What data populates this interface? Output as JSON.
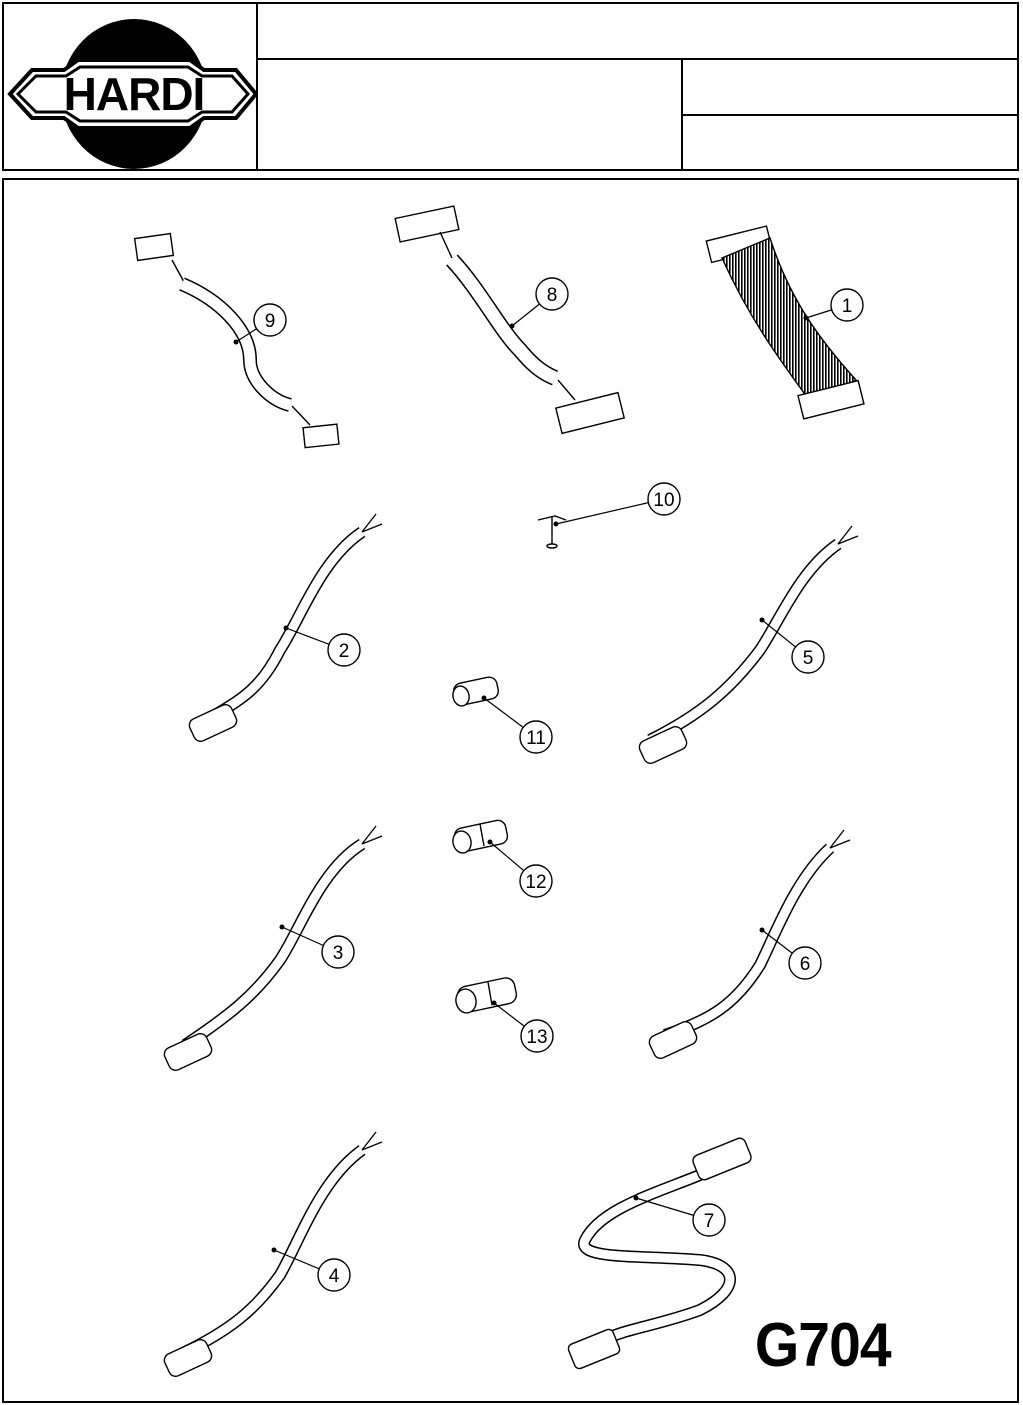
{
  "brand": {
    "name": "HARDI"
  },
  "header": {
    "title_cell": "",
    "description_cell": "",
    "ref_cell_1": "",
    "ref_cell_2": ""
  },
  "drawing": {
    "code": "G704",
    "callouts": [
      "9",
      "8",
      "1",
      "10",
      "2",
      "5",
      "11",
      "3",
      "12",
      "6",
      "13",
      "4",
      "7"
    ]
  }
}
